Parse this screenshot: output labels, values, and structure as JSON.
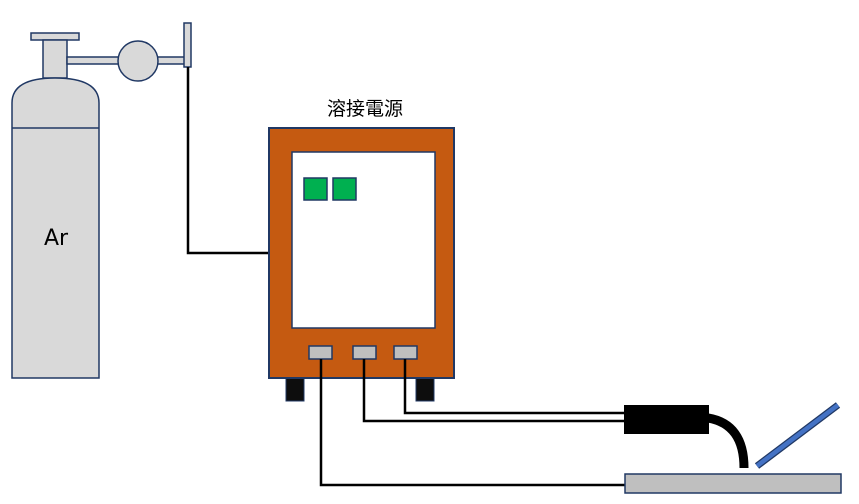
{
  "labels": {
    "gas_cylinder": "Ar",
    "power_source": "溶接電源"
  },
  "colors": {
    "cylinder_fill": "#d9d9d9",
    "cylinder_stroke": "#203864",
    "power_source_body": "#c55a11",
    "panel_fill": "#ffffff",
    "indicator": "#00b050",
    "terminal": "#bfbfbf",
    "feet": "#0d0d0d",
    "torch_body": "#000000",
    "electrode_rod": "#4472c4",
    "workpiece": "#bfbfbf",
    "cable": "#000000"
  },
  "icons": {
    "regulator": "pressure-regulator-gauge",
    "torch": "welding-torch",
    "electrode": "filler-rod"
  }
}
